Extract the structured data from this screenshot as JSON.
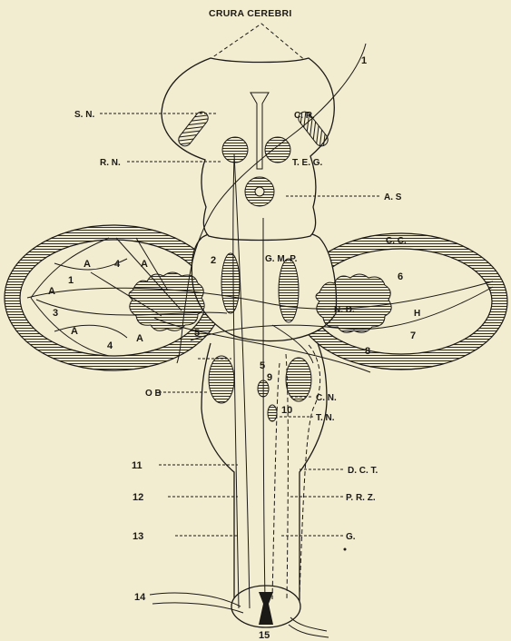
{
  "title": "CRURA CEREBRI",
  "side_labels": {
    "sn": "S. N.",
    "rn": "R. N.",
    "cr": "C. R.",
    "teg": "T. E. G.",
    "as": "A. S",
    "gmp": "G. M. P.",
    "cc": "C. C.",
    "nd": "N. D.",
    "h": "H",
    "ob": "O B",
    "cn": "C. N.",
    "tn": "T. N.",
    "dct": "D. C. T.",
    "prz": "P. R. Z.",
    "g": "G.",
    "a": "A"
  },
  "numbers": {
    "n1": "1",
    "n2": "2",
    "n3": "3",
    "n4": "4",
    "n5": "5",
    "n6": "6",
    "n7": "7",
    "n8": "8",
    "n9": "9",
    "n10": "10",
    "n11": "11",
    "n12": "12",
    "n13": "13",
    "n14": "14",
    "n15": "15"
  },
  "colors": {
    "ink": "#1c1a16",
    "paper": "#f2ecd0"
  }
}
